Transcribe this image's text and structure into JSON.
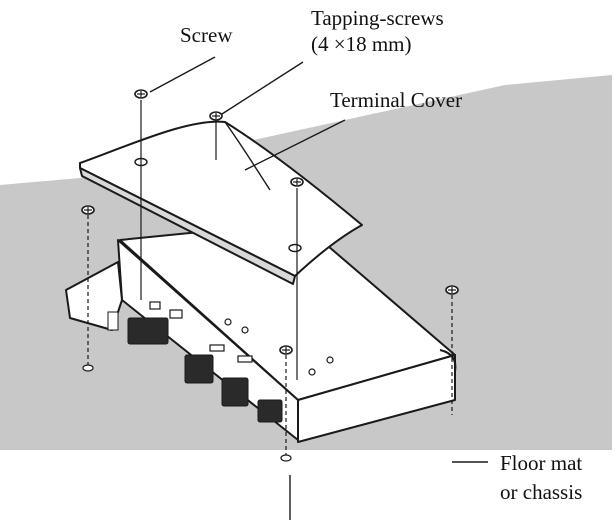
{
  "labels": {
    "screw": "Screw",
    "tapping_screws": "Tapping-screws",
    "tapping_size": "(4 ×18 mm)",
    "terminal_cover": "Terminal Cover",
    "floor_line1": "Floor mat",
    "floor_line2": "or chassis"
  },
  "colors": {
    "floor": "#c8c8c8",
    "line": "#1a1a1a",
    "body": "#ffffff",
    "terminal": "#2a2a2a"
  }
}
